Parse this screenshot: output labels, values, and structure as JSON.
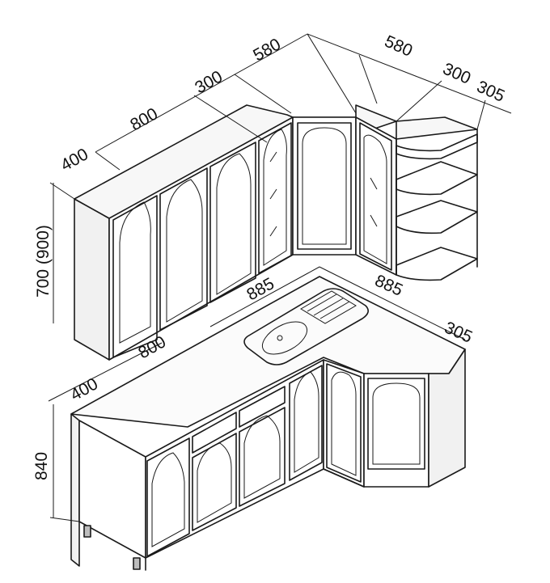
{
  "colors": {
    "line": "#1a1a1a",
    "face_front": "#ffffff",
    "face_side": "#f1f1f1",
    "face_top": "#f7f7f7",
    "counter_top": "#fbfbfb"
  },
  "dimensions": {
    "upper_depth": "400",
    "upper_width_left": "800",
    "upper_width_300_left": "300",
    "upper_corner_left": "580",
    "upper_corner_right": "580",
    "upper_width_300_right": "300",
    "upper_shelf_305": "305",
    "upper_height": "700 (900)",
    "counter_left": "885",
    "counter_right": "885",
    "lower_width": "800",
    "lower_depth": "400",
    "lower_shelf_305": "305",
    "lower_height": "840"
  }
}
